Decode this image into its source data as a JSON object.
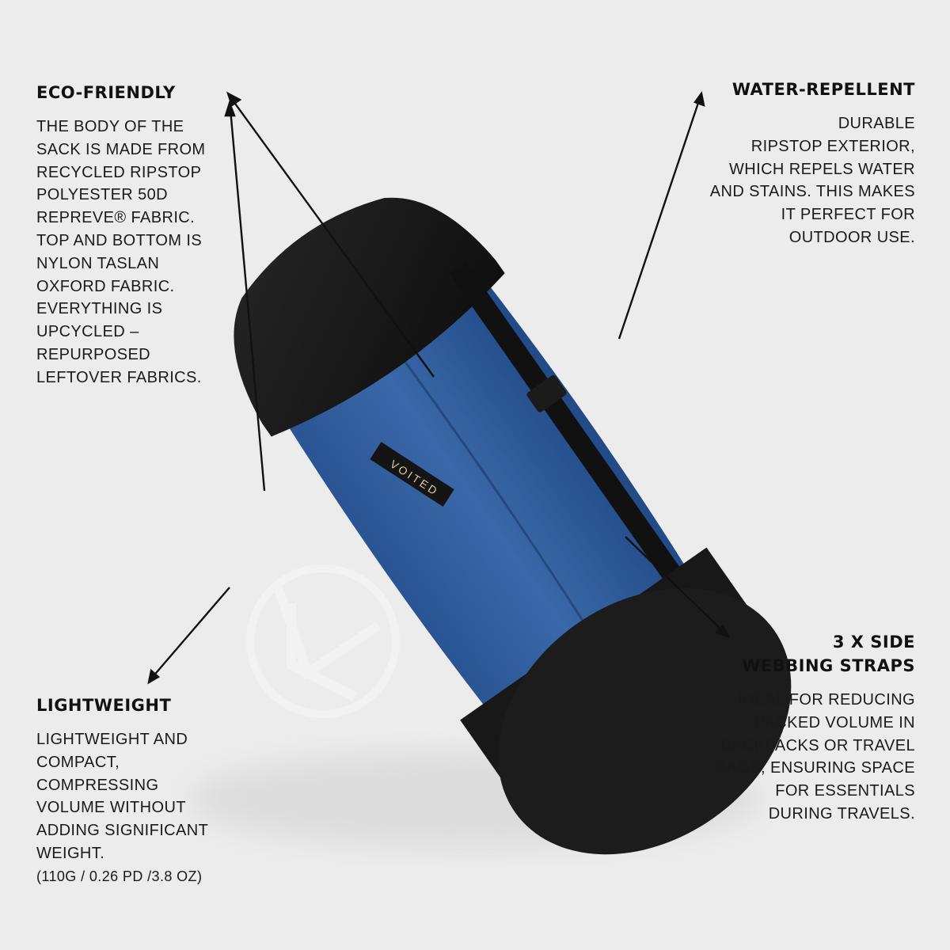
{
  "brand": {
    "label": "VOITED"
  },
  "features": {
    "eco": {
      "title": "ECO-FRIENDLY",
      "lines": [
        "THE BODY OF THE",
        "SACK IS MADE FROM",
        "RECYCLED RIPSTOP",
        "POLYESTER 50D",
        "REPREVE® FABRIC.",
        "TOP AND BOTTOM IS",
        "NYLON TASLAN",
        "OXFORD FABRIC.",
        "EVERYTHING IS",
        "UPCYCLED –",
        "REPURPOSED",
        "LEFTOVER FABRICS."
      ]
    },
    "water": {
      "title": "WATER-REPELLENT",
      "lines": [
        "DURABLE",
        "RIPSTOP EXTERIOR,",
        "WHICH REPELS WATER",
        "AND STAINS. THIS MAKES",
        "IT PERFECT FOR",
        "OUTDOOR USE."
      ]
    },
    "light": {
      "title": "LIGHTWEIGHT",
      "lines": [
        "LIGHTWEIGHT AND",
        "COMPACT,",
        "COMPRESSING",
        "VOLUME WITHOUT",
        "ADDING SIGNIFICANT",
        "WEIGHT.",
        "(110G / 0.26 PD /3.8 OZ)"
      ]
    },
    "straps": {
      "title_lines": [
        "3 X SIDE",
        "WEBBING STRAPS"
      ],
      "lines": [
        "IDEAL FOR REDUCING",
        "PACKED VOLUME IN",
        "BACKPACKS OR TRAVEL",
        "BAGS, ENSURING SPACE",
        "FOR ESSENTIALS",
        "DURING TRAVELS."
      ]
    }
  },
  "colors": {
    "background": "#ececec",
    "sack_blue": "#2d5a9a",
    "sack_black": "#161616",
    "logo_white": "#f2f2f2"
  }
}
